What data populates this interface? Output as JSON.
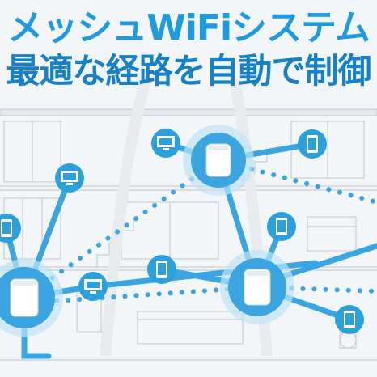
{
  "header": {
    "title": "メッシュWiFiシステム",
    "subtitle": "最適な経路を自動で制御"
  },
  "colors": {
    "title": "#1e9be0",
    "subtitle": "#1680c8",
    "wire": "#3aa5e0",
    "node": "#2aa0dc",
    "background": "#f3f6f8"
  },
  "icons": {
    "router": "mesh-router-icon",
    "monitor": "monitor-icon",
    "phone": "smartphone-icon",
    "house": "house-cutaway-illustration"
  }
}
